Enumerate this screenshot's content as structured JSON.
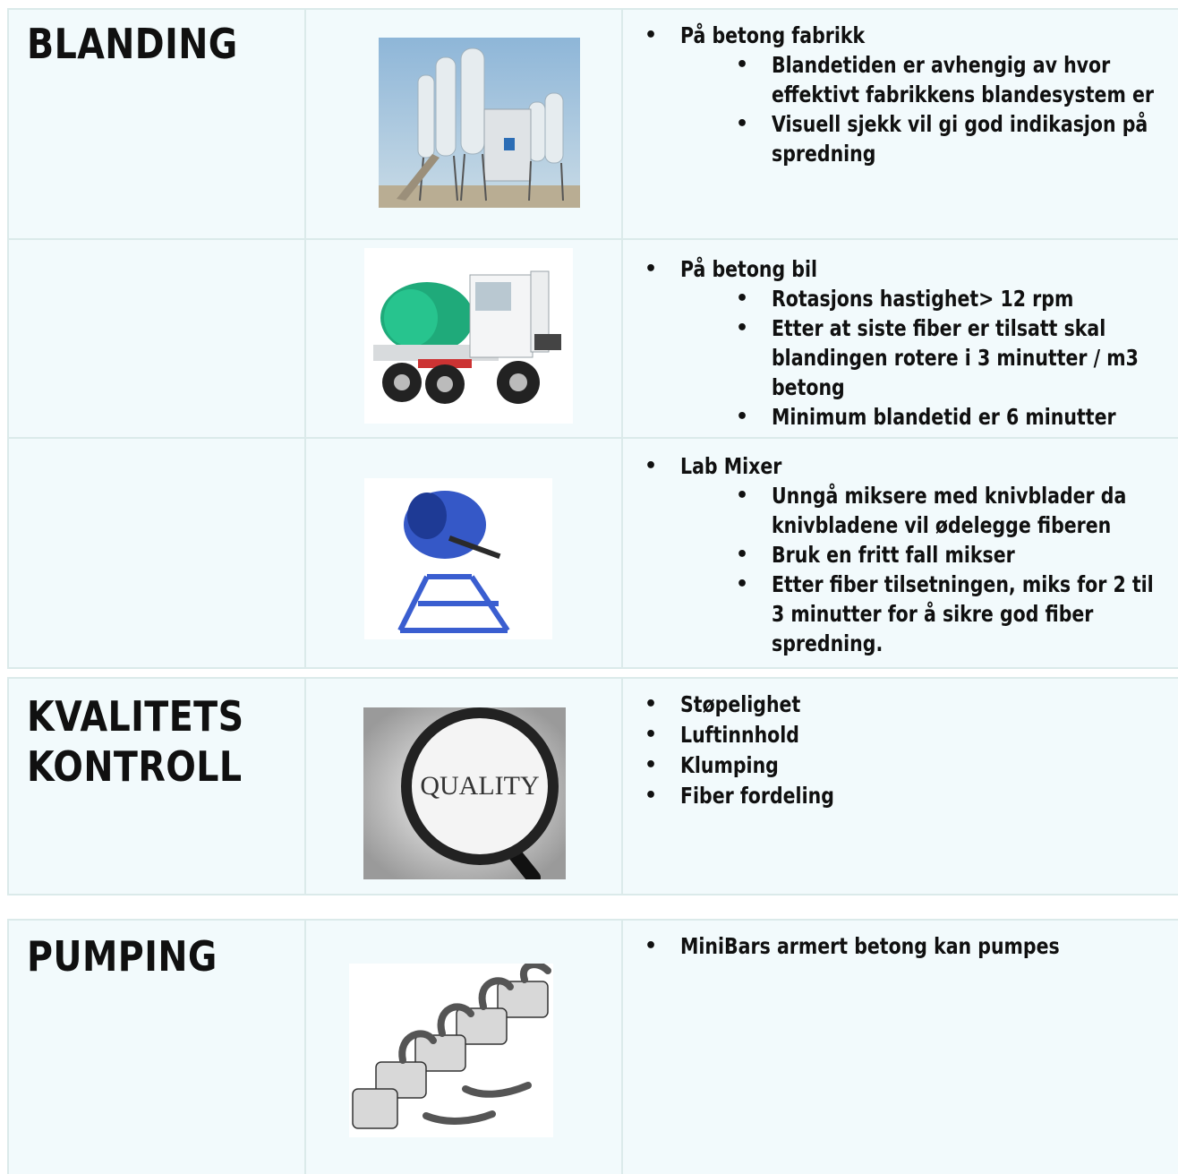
{
  "sections": {
    "blanding": {
      "title": "BLANDING",
      "rows": [
        {
          "heading": "På betong fabrikk",
          "points": [
            "Blandetiden er avhengig av hvor effektivt fabrikkens blandesystem er",
            "Visuell sjekk vil gi god indikasjon på spredning"
          ],
          "image": "concrete-plant-photo"
        },
        {
          "heading": "På betong bil",
          "points": [
            "Rotasjons hastighet> 12 rpm",
            "Etter at siste fiber er tilsatt skal blandingen rotere i 3 minutter / m3 betong",
            "Minimum blandetid er 6 minutter"
          ],
          "image": "mixer-truck-photo"
        },
        {
          "heading": "Lab Mixer",
          "points": [
            "Unngå miksere med knivblader da knivbladene vil ødelegge fiberen",
            "Bruk en fritt fall mikser",
            "Etter fiber tilsetningen, miks for 2 til 3 minutter for å sikre god fiber spredning."
          ],
          "image": "lab-mixer-photo"
        }
      ]
    },
    "kvalitet": {
      "title_line1": "KVALITETS",
      "title_line2": "KONTROLL",
      "items": [
        "Støpelighet",
        "Luftinnhold",
        "Klumping",
        "Fiber fordeling"
      ],
      "image": "quality-magnifier-photo",
      "image_text": "QUALITY"
    },
    "pumping": {
      "title": "PUMPING",
      "items": [
        "MiniBars armert betong kan pumpes"
      ],
      "image": "pumps-illustration"
    }
  }
}
